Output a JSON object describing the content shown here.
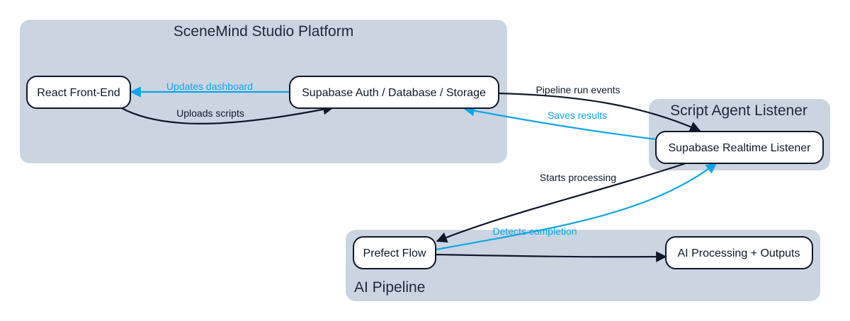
{
  "clusters": {
    "platform": {
      "title": "SceneMind Studio Platform"
    },
    "listener": {
      "title": "Script Agent Listener"
    },
    "pipeline": {
      "title": "AI Pipeline"
    }
  },
  "nodes": {
    "react": {
      "label": "React Front-End"
    },
    "supabase": {
      "label": "Supabase Auth / Database / Storage"
    },
    "realtime": {
      "label": "Supabase Realtime Listener"
    },
    "prefect": {
      "label": "Prefect Flow"
    },
    "ai": {
      "label": "AI Processing + Outputs"
    }
  },
  "edges": {
    "updates_dashboard": {
      "label": "Updates dashboard",
      "from": "Supabase Auth / Database / Storage",
      "to": "React Front-End"
    },
    "uploads_scripts": {
      "label": "Uploads scripts",
      "from": "React Front-End",
      "to": "Supabase Auth / Database / Storage"
    },
    "pipeline_run_events": {
      "label": "Pipeline run events",
      "from": "Supabase Auth / Database / Storage",
      "to": "Supabase Realtime Listener"
    },
    "saves_results": {
      "label": "Saves results",
      "from": "Supabase Realtime Listener",
      "to": "Supabase Auth / Database / Storage"
    },
    "starts_processing": {
      "label": "Starts processing",
      "from": "Supabase Realtime Listener",
      "to": "Prefect Flow"
    },
    "detects_completion": {
      "label": "Detects completion",
      "from": "Prefect Flow",
      "to": "Supabase Realtime Listener"
    },
    "flow_to_ai": {
      "label": "",
      "from": "Prefect Flow",
      "to": "AI Processing + Outputs"
    }
  },
  "colors": {
    "cluster_fill": "#cbd5e1",
    "dark_edge": "#0f172a",
    "blue_edge": "#0ea5e9"
  }
}
